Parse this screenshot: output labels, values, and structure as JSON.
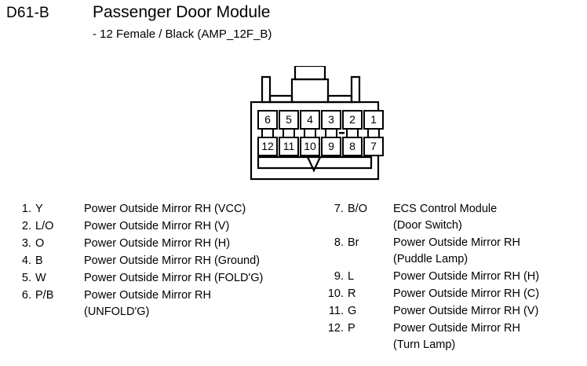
{
  "header": {
    "code": "D61-B",
    "title": "Passenger Door Module",
    "subtitle": "- 12 Female / Black (AMP_12F_B)"
  },
  "connector": {
    "name": "12-way female black connector",
    "top_row": [
      "6",
      "5",
      "4",
      "3",
      "2",
      "1"
    ],
    "bottom_row": [
      "12",
      "11",
      "10",
      "9",
      "8",
      "7"
    ],
    "outline_color": "#000000",
    "fill_color": "#ffffff"
  },
  "pins_left": [
    {
      "index": "1.",
      "color": "Y",
      "desc": "Power Outside Mirror RH (VCC)"
    },
    {
      "index": "2.",
      "color": "L/O",
      "desc": "Power Outside Mirror RH (V)"
    },
    {
      "index": "3.",
      "color": "O",
      "desc": "Power Outside Mirror RH (H)"
    },
    {
      "index": "4.",
      "color": "B",
      "desc": "Power Outside Mirror RH (Ground)"
    },
    {
      "index": "5.",
      "color": "W",
      "desc": "Power Outside Mirror RH (FOLD'G)"
    },
    {
      "index": "6.",
      "color": "P/B",
      "desc": "Power Outside Mirror RH\n(UNFOLD'G)"
    }
  ],
  "pins_right": [
    {
      "index": "7.",
      "color": "B/O",
      "desc": "ECS Control Module\n(Door Switch)"
    },
    {
      "index": "8.",
      "color": "Br",
      "desc": "Power Outside Mirror RH\n(Puddle Lamp)"
    },
    {
      "index": "9.",
      "color": "L",
      "desc": "Power Outside Mirror RH (H)"
    },
    {
      "index": "10.",
      "color": "R",
      "desc": "Power Outside Mirror RH (C)"
    },
    {
      "index": "11.",
      "color": "G",
      "desc": "Power Outside Mirror RH (V)"
    },
    {
      "index": "12.",
      "color": "P",
      "desc": "Power Outside Mirror RH\n(Turn Lamp)"
    }
  ]
}
